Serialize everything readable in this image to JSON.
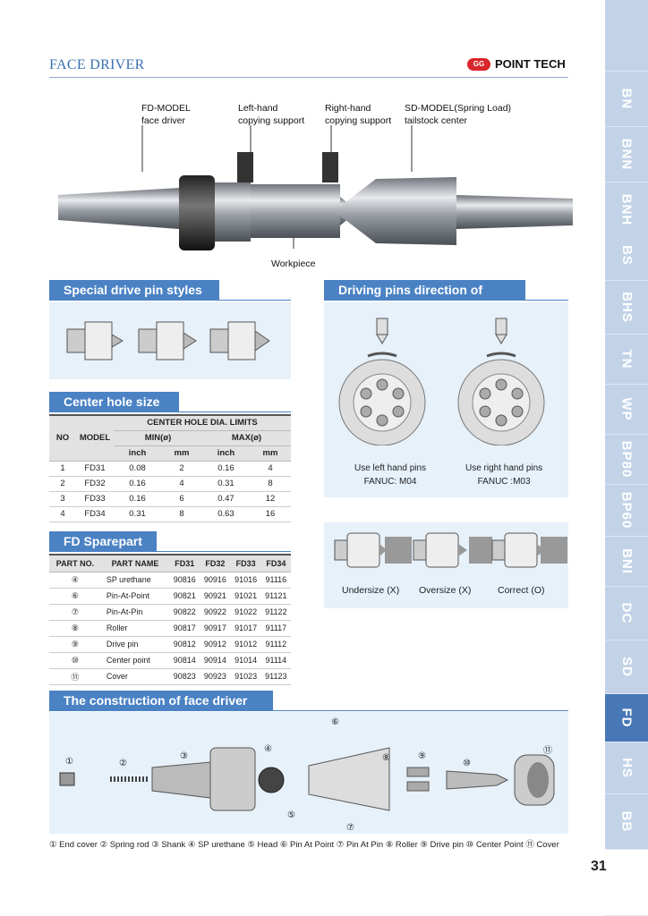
{
  "header": {
    "title": "FACE DRIVER",
    "brand_badge": "GG",
    "brand": "POINT TECH"
  },
  "side_tabs": [
    "BN",
    "BNN",
    "BNH",
    "BS",
    "BHS",
    "TN",
    "WP",
    "BP80",
    "BP60",
    "BNI",
    "DC",
    "SD",
    "FD",
    "HS",
    "BB"
  ],
  "active_tab": "FD",
  "diagram_labels": {
    "fd_model": [
      "FD-MODEL",
      "face driver"
    ],
    "left_hand": [
      "Left-hand",
      "copying support"
    ],
    "right_hand": [
      "Right-hand",
      "copying support"
    ],
    "sd_model": [
      "SD-MODEL(Spring Load)",
      "tailstock center"
    ],
    "workpiece": "Workpiece"
  },
  "sections": {
    "pin_styles": "Special drive pin styles",
    "rotation": "Driving pins direction of rotation",
    "center_hole": "Center hole size",
    "sparepart": "FD Sparepart",
    "construction": "The construction of face driver"
  },
  "rotation_captions": {
    "left": [
      "Use left hand pins",
      "FANUC: M04"
    ],
    "right": [
      "Use right hand pins",
      "FANUC :M03"
    ]
  },
  "size_captions": [
    "Undersize (X)",
    "Oversize (X)",
    "Correct (O)"
  ],
  "center_hole_table": {
    "head_group": "CENTER HOLE DIA. LIMITS",
    "no": "NO",
    "model": "MODEL",
    "min": "MIN(ø)",
    "max": "MAX(ø)",
    "units": [
      "inch",
      "mm",
      "inch",
      "mm"
    ],
    "rows": [
      [
        "1",
        "FD31",
        "0.08",
        "2",
        "0.16",
        "4"
      ],
      [
        "2",
        "FD32",
        "0.16",
        "4",
        "0.31",
        "8"
      ],
      [
        "3",
        "FD33",
        "0.16",
        "6",
        "0.47",
        "12"
      ],
      [
        "4",
        "FD34",
        "0.31",
        "8",
        "0.63",
        "16"
      ]
    ]
  },
  "sparepart_table": {
    "headers": [
      "PART NO.",
      "PART NAME",
      "FD31",
      "FD32",
      "FD33",
      "FD34"
    ],
    "rows": [
      [
        "④",
        "SP urethane",
        "90816",
        "90916",
        "91016",
        "91116"
      ],
      [
        "⑥",
        "Pin-At-Point",
        "90821",
        "90921",
        "91021",
        "91121"
      ],
      [
        "⑦",
        "Pin-At-Pin",
        "90822",
        "90922",
        "91022",
        "91122"
      ],
      [
        "⑧",
        "Roller",
        "90817",
        "90917",
        "91017",
        "91117"
      ],
      [
        "⑨",
        "Drive pin",
        "90812",
        "90912",
        "91012",
        "91112"
      ],
      [
        "⑩",
        "Center point",
        "90814",
        "90914",
        "91014",
        "91114"
      ],
      [
        "⑪",
        "Cover",
        "90823",
        "90923",
        "91023",
        "91123"
      ]
    ]
  },
  "construction_numbers": [
    "①",
    "②",
    "③",
    "④",
    "⑤",
    "⑥",
    "⑦",
    "⑧",
    "⑨",
    "⑩",
    "⑪"
  ],
  "legend": "① End cover ② Spring rod ③ Shank ④ SP urethane ⑤ Head ⑥ Pin At Point ⑦ Pin At Pin ⑧ Roller ⑨ Drive pin ⑩ Center Point ⑪ Cover",
  "page_number": "31"
}
